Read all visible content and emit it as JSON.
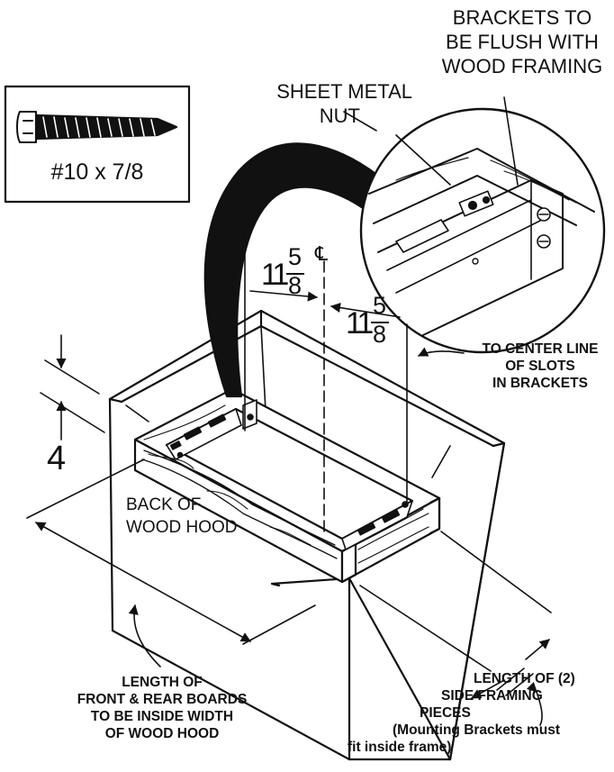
{
  "inset_screw": {
    "size_label": "#10 x 7/8"
  },
  "callouts": {
    "brackets_flush": [
      "BRACKETS TO",
      "BE FLUSH WITH",
      "WOOD FRAMING"
    ],
    "sheet_metal_nut": [
      "SHEET METAL",
      "NUT"
    ],
    "center_line_slots": [
      "TO CENTER LINE",
      "OF SLOTS",
      "IN BRACKETS"
    ],
    "back_of_hood": [
      "BACK OF",
      "WOOD HOOD"
    ],
    "front_rear_boards": [
      "LENGTH OF",
      "FRONT & REAR BOARDS",
      "TO BE INSIDE WIDTH",
      "OF WOOD HOOD"
    ],
    "side_framing": [
      "LENGTH OF (2)",
      "SIDE FRAMING",
      "PIECES",
      "(Mounting Brackets must",
      "fit inside frame)"
    ]
  },
  "dimensions": {
    "left_whole": "11",
    "left_num": "5",
    "left_den": "8",
    "right_whole": "11",
    "right_num": "5",
    "right_den": "8",
    "height": "4",
    "centerline_symbol": "℄"
  }
}
